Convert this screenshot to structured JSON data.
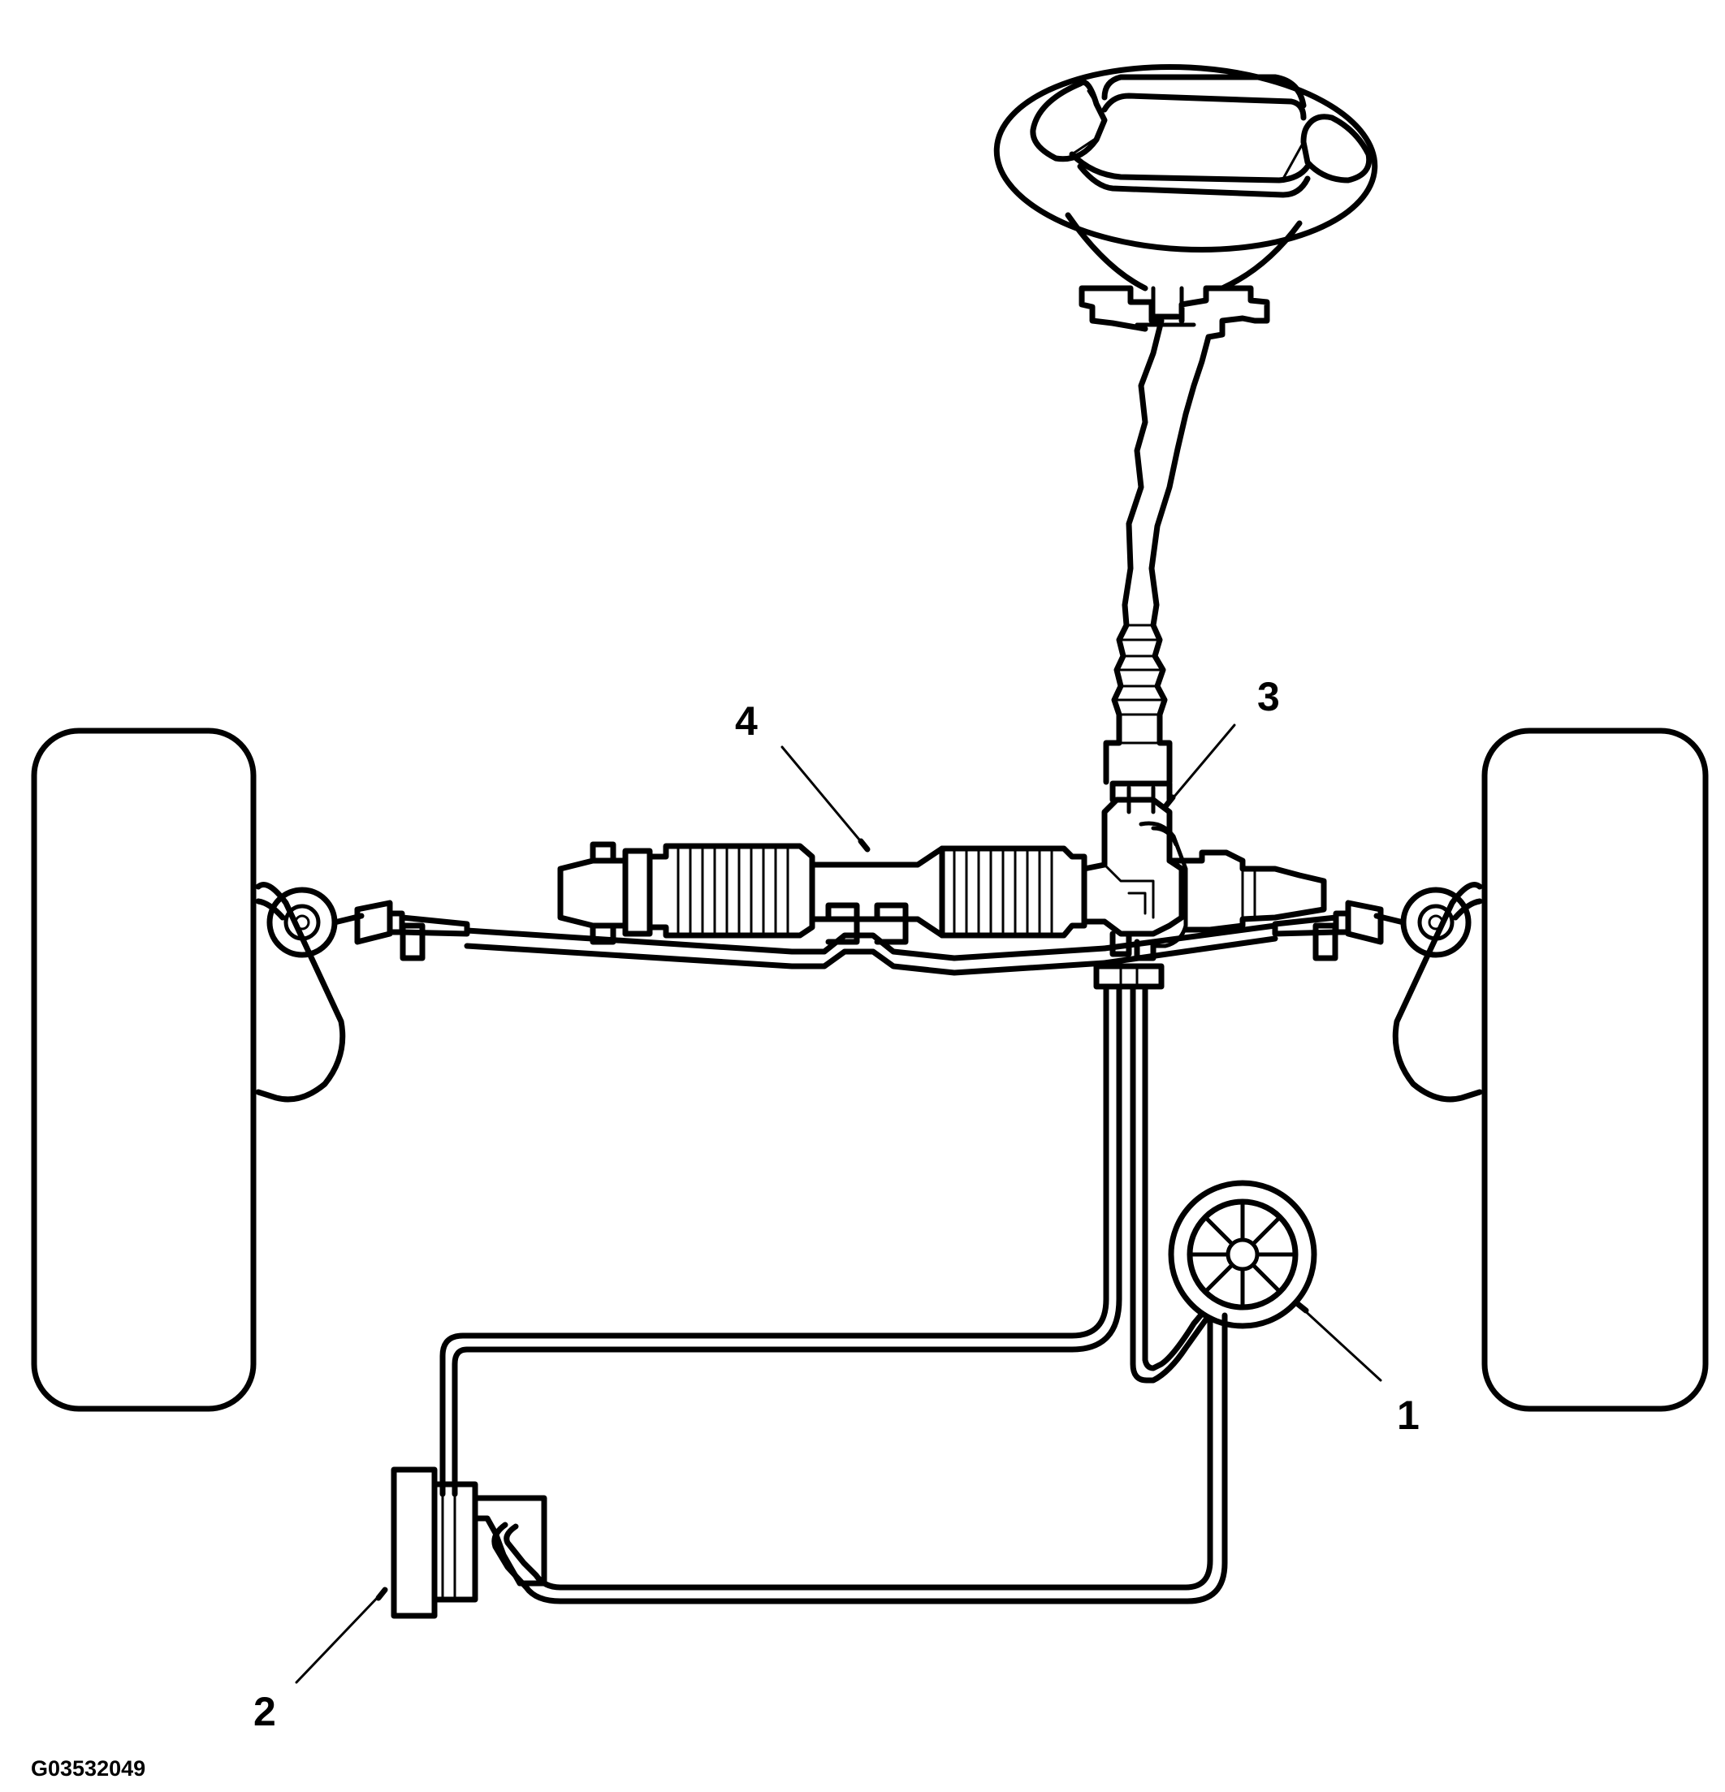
{
  "callouts": {
    "c1": "1",
    "c2": "2",
    "c3": "3",
    "c4": "4"
  },
  "figure_id": "G03532049"
}
